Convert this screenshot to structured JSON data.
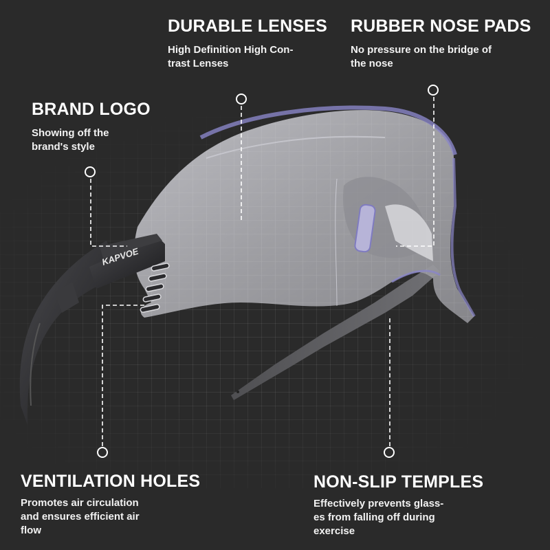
{
  "product": {
    "brand_logo_text": "KAPVOE",
    "colors": {
      "background": "#2a2a2a",
      "text": "#ffffff",
      "lens_tint": "#8a86c8",
      "frame": "#1e1e1e"
    }
  },
  "callouts": [
    {
      "id": "durable-lenses",
      "title": "DURABLE LENSES",
      "description": "High Definition High Con-trast Lenses",
      "desc_lines": [
        "High Definition High Con-",
        "trast Lenses"
      ],
      "marker_icon": "circle-marker-icon"
    },
    {
      "id": "rubber-nose-pads",
      "title": "RUBBER NOSE PADS",
      "description": "No pressure on the bridge of the nose",
      "desc_lines": [
        "No pressure on the bridge of",
        "the nose"
      ],
      "marker_icon": "circle-marker-icon"
    },
    {
      "id": "brand-logo",
      "title": "BRAND LOGO",
      "description": "Showing off the brand's style",
      "desc_lines": [
        "Showing off the",
        "brand's style"
      ],
      "marker_icon": "circle-marker-icon"
    },
    {
      "id": "ventilation-holes",
      "title": "VENTILATION HOLES",
      "description": "Promotes air circulation and ensures efficient air flow",
      "desc_lines": [
        "Promotes air circulation",
        "and ensures efficient air",
        "flow"
      ],
      "marker_icon": "circle-marker-icon"
    },
    {
      "id": "non-slip-temples",
      "title": "NON-SLIP TEMPLES",
      "description": "Effectively prevents glasses from falling off during exercise",
      "desc_lines": [
        "Effectively prevents glass-",
        "es from falling off during",
        "exercise"
      ],
      "marker_icon": "circle-marker-icon"
    }
  ]
}
